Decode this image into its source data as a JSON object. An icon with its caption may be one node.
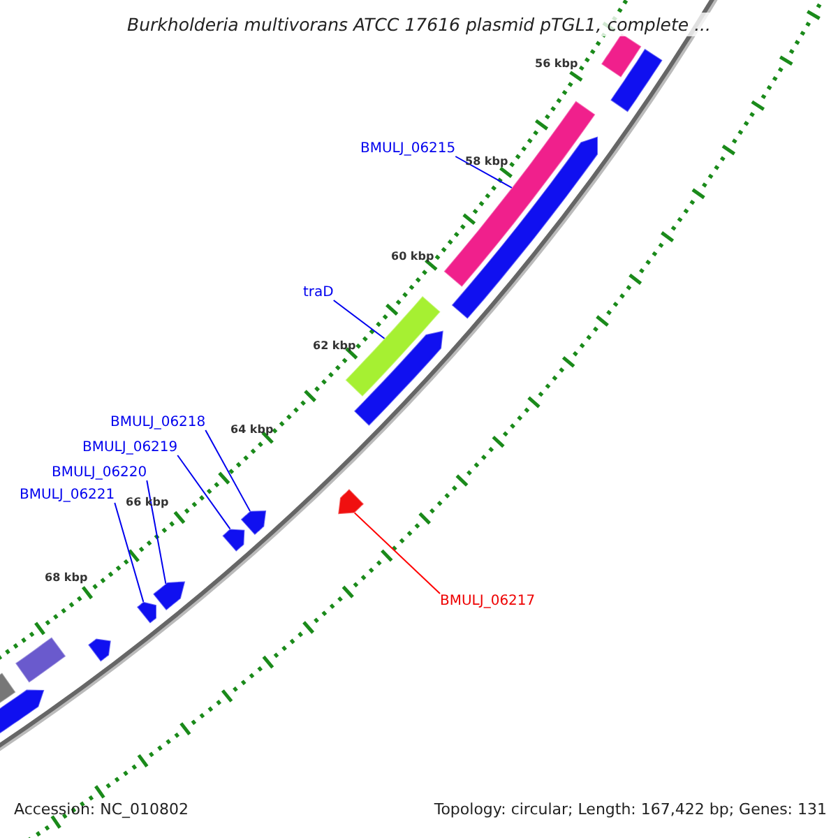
{
  "diagram": {
    "title": "Burkholderia multivorans ATCC 17616 plasmid pTGL1, complete ...",
    "nodes": [
      {
        "text": [
          "BMULJ_06215"
        ]
      },
      {
        "text": [],
        "shape": "bar"
      },
      {
        "text": [
          "traD"
        ]
      },
      {
        "text": [],
        "shape": "bar"
      },
      {
        "text": [
          "BMULJ_06218"
        ]
      },
      {
        "text": [],
        "shape": "bar"
      },
      {
        "text": [
          "BMULJ_06219"
        ]
      },
      {
        "text": [],
        "shape": "bar"
      },
      {
        "text": [
          "BMULJ_06220"
        ]
      },
      {
        "text": [],
        "shape": "bar"
      },
      {
        "text": [
          "BMULJ_06221"
        ]
      },
      {
        "text": [],
        "shape": "bar"
      },
      {
        "text": [
          "BMULJ_06217"
        ]
      },
      {
        "text": [],
        "shape": "bar"
      },
      {
        "text": [],
        "shape": "bar"
      },
      {
        "text": [],
        "shape": "bar"
      },
      {
        "text": [],
        "shape": "bar"
      },
      {
        "text": [],
        "shape": "bar"
      },
      {
        "text": [],
        "shape": "bar"
      },
      {
        "text": [],
        "shape": "bar"
      },
      {
        "text": [],
        "shape": "bar"
      },
      {
        "text": [],
        "shape": "bar"
      }
    ],
    "edges": [
      {
        "from": 0,
        "to": 1,
        "arrow": "none"
      },
      {
        "from": 2,
        "to": 3,
        "arrow": "none"
      },
      {
        "from": 4,
        "to": 5,
        "arrow": "none"
      },
      {
        "from": 6,
        "to": 7,
        "arrow": "none"
      },
      {
        "from": 8,
        "to": 9,
        "arrow": "none"
      },
      {
        "from": 10,
        "to": 11,
        "arrow": "none"
      },
      {
        "from": 12,
        "to": 13,
        "arrow": "none",
        "color": "#ff0000"
      }
    ],
    "labels": [
      "56 kbp",
      "58 kbp",
      "60 kbp",
      "62 kbp",
      "64 kbp",
      "66 kbp",
      "68 kbp",
      "Accession: NC_010802",
      "Topology: circular; Length: 167,422 bp; Genes: 131"
    ]
  }
}
